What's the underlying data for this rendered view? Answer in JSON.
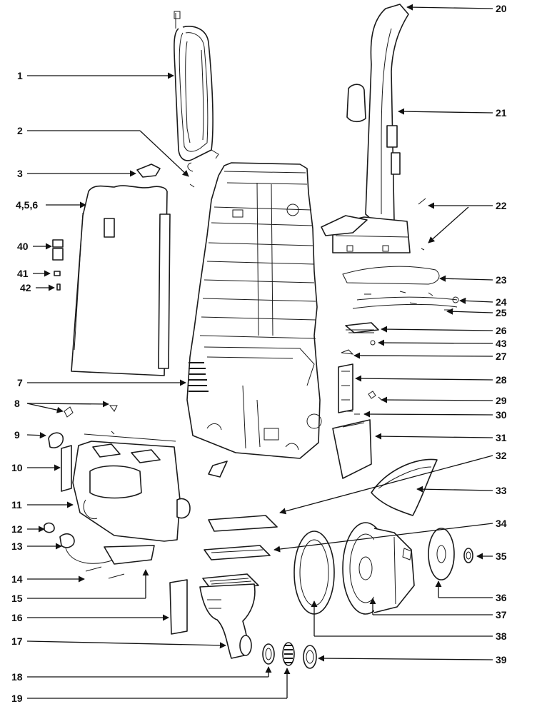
{
  "callouts": [
    {
      "key": "c1",
      "text": "1"
    },
    {
      "key": "c2",
      "text": "2"
    },
    {
      "key": "c3",
      "text": "3"
    },
    {
      "key": "c456",
      "text": "4,5,6"
    },
    {
      "key": "c40",
      "text": "40"
    },
    {
      "key": "c41",
      "text": "41"
    },
    {
      "key": "c42",
      "text": "42"
    },
    {
      "key": "c7",
      "text": "7"
    },
    {
      "key": "c8",
      "text": "8"
    },
    {
      "key": "c9",
      "text": "9"
    },
    {
      "key": "c10",
      "text": "10"
    },
    {
      "key": "c11",
      "text": "11"
    },
    {
      "key": "c12",
      "text": "12"
    },
    {
      "key": "c13",
      "text": "13"
    },
    {
      "key": "c14",
      "text": "14"
    },
    {
      "key": "c15",
      "text": "15"
    },
    {
      "key": "c16",
      "text": "16"
    },
    {
      "key": "c17",
      "text": "17"
    },
    {
      "key": "c18",
      "text": "18"
    },
    {
      "key": "c19",
      "text": "19"
    },
    {
      "key": "c20",
      "text": "20"
    },
    {
      "key": "c21",
      "text": "21"
    },
    {
      "key": "c22",
      "text": "22"
    },
    {
      "key": "c23",
      "text": "23"
    },
    {
      "key": "c24",
      "text": "24"
    },
    {
      "key": "c25",
      "text": "25"
    },
    {
      "key": "c26",
      "text": "26"
    },
    {
      "key": "c43",
      "text": "43"
    },
    {
      "key": "c27",
      "text": "27"
    },
    {
      "key": "c28",
      "text": "28"
    },
    {
      "key": "c29",
      "text": "29"
    },
    {
      "key": "c30",
      "text": "30"
    },
    {
      "key": "c31",
      "text": "31"
    },
    {
      "key": "c32",
      "text": "32"
    },
    {
      "key": "c33",
      "text": "33"
    },
    {
      "key": "c34",
      "text": "34"
    },
    {
      "key": "c35",
      "text": "35"
    },
    {
      "key": "c36",
      "text": "36"
    },
    {
      "key": "c37",
      "text": "37"
    },
    {
      "key": "c38",
      "text": "38"
    },
    {
      "key": "c39",
      "text": "39"
    }
  ]
}
